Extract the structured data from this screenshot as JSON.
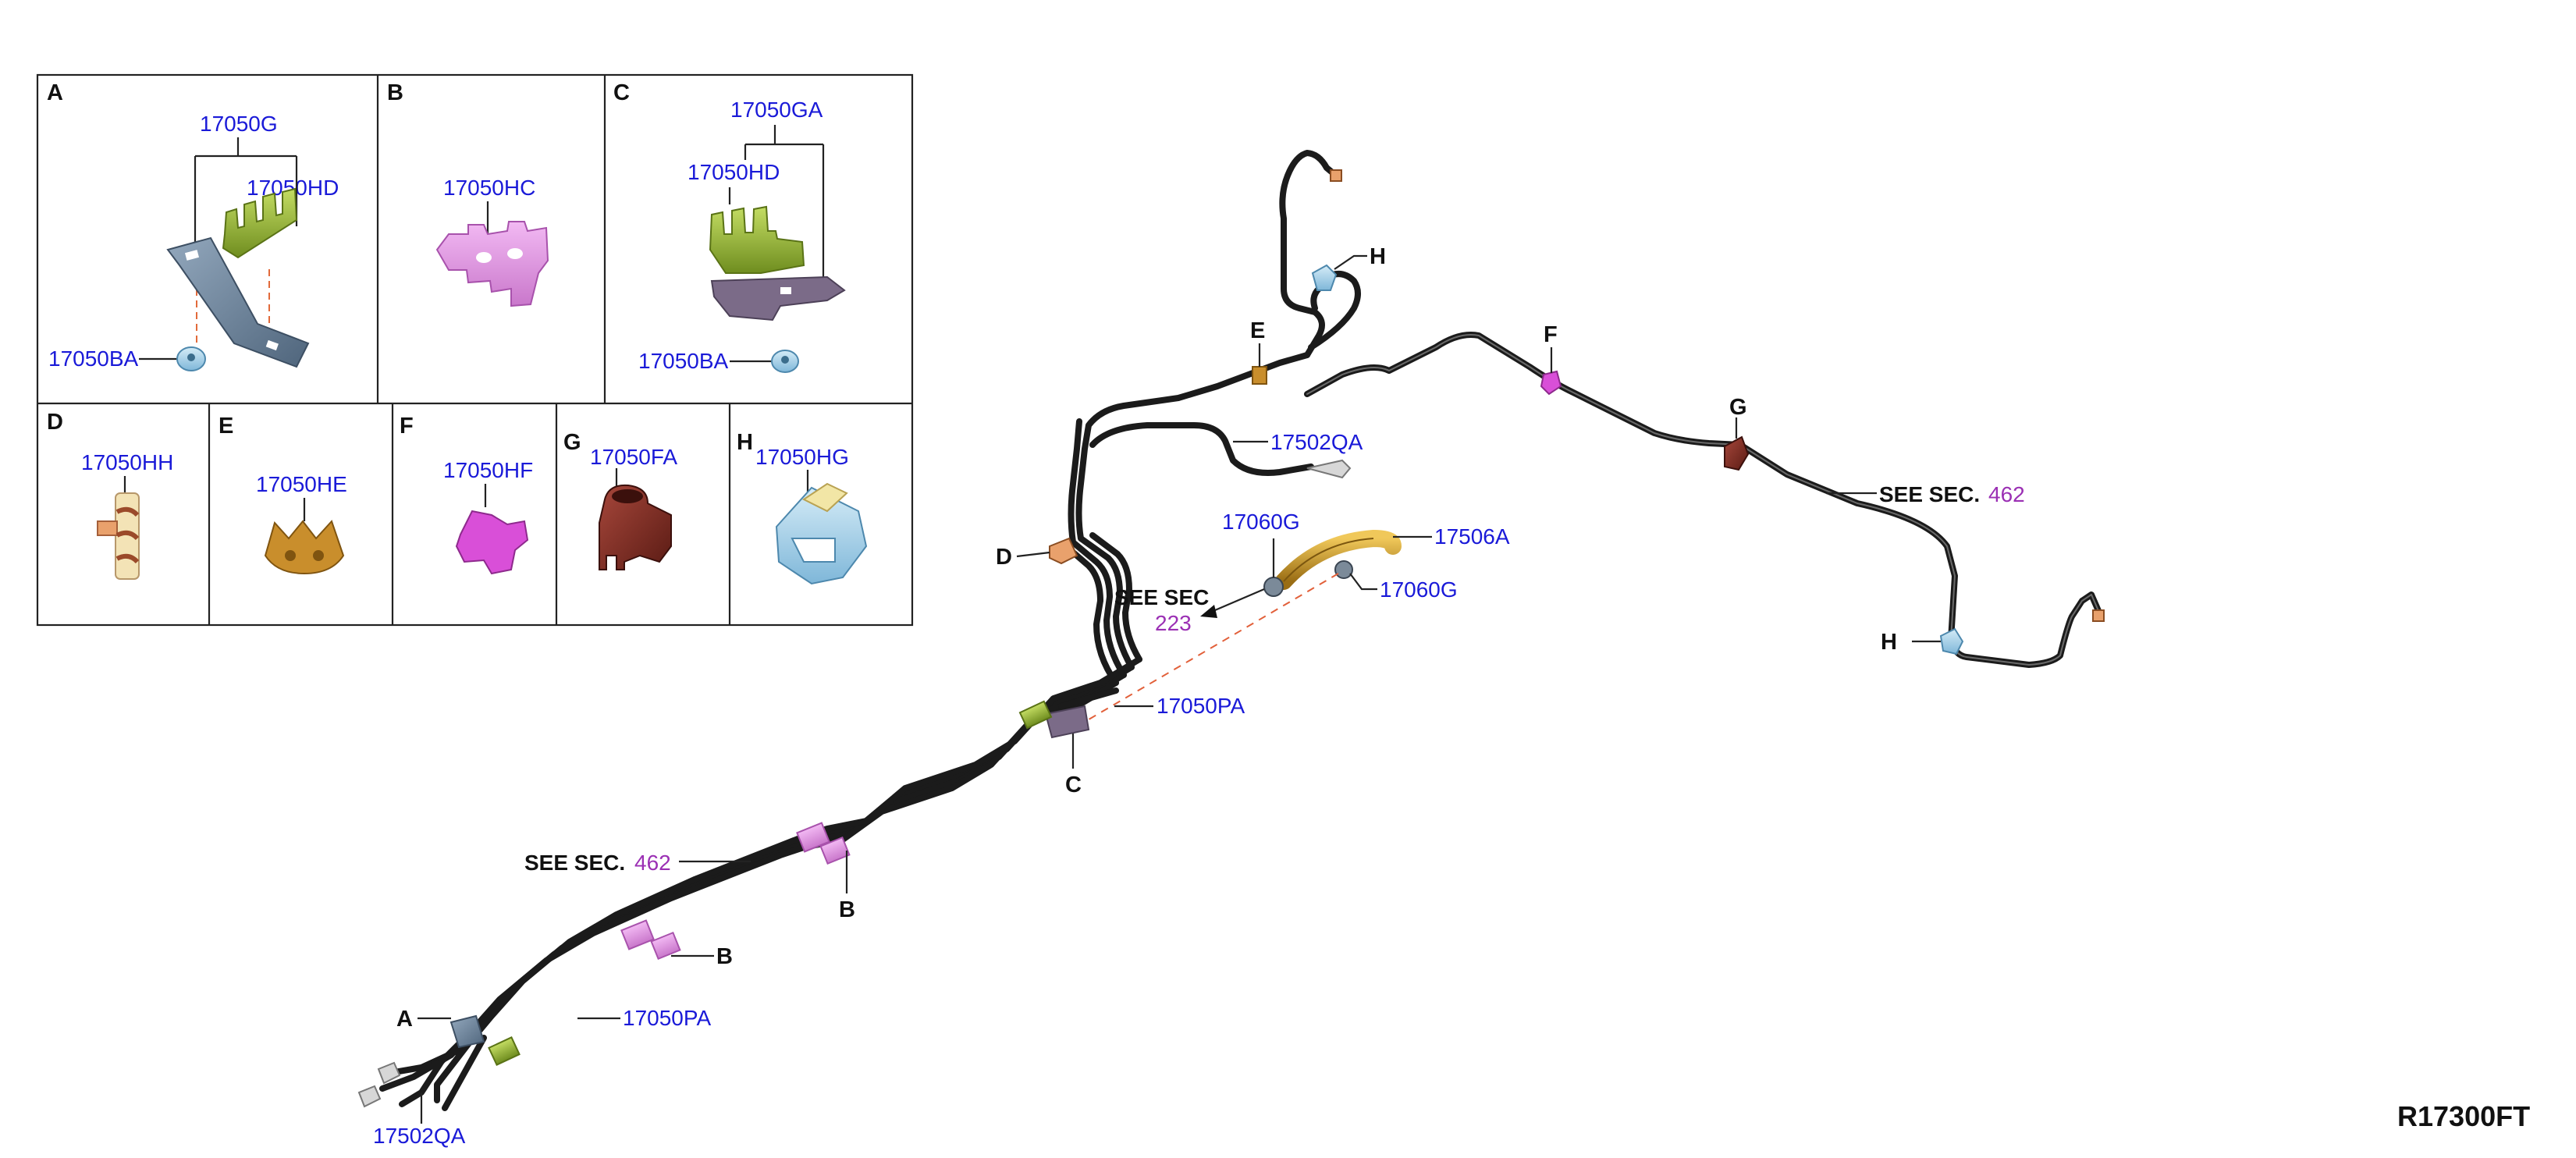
{
  "diagram_code": "R17300FT",
  "inset_panels": [
    {
      "letter": "A",
      "labels": [
        "17050G",
        "17050HD",
        "17050BA"
      ]
    },
    {
      "letter": "B",
      "labels": [
        "17050HC"
      ]
    },
    {
      "letter": "C",
      "labels": [
        "17050GA",
        "17050HD",
        "17050BA"
      ]
    },
    {
      "letter": "D",
      "labels": [
        "17050HH"
      ]
    },
    {
      "letter": "E",
      "labels": [
        "17050HE"
      ]
    },
    {
      "letter": "F",
      "labels": [
        "17050HF"
      ]
    },
    {
      "letter": "G",
      "labels": [
        "17050FA"
      ]
    },
    {
      "letter": "H",
      "labels": [
        "17050HG"
      ]
    }
  ],
  "main_labels": {
    "part_17502QA_top": "17502QA",
    "part_17506A": "17506A",
    "part_17060G_a": "17060G",
    "part_17060G_b": "17060G",
    "part_17050PA_mid": "17050PA",
    "part_17050PA_low": "17050PA",
    "part_17502QA_bottom": "17502QA",
    "see_sec_word_a": "SEE SEC.",
    "see_sec_num_a": "462",
    "see_sec_word_b": "SEE SEC.",
    "see_sec_num_b": "462",
    "see_sec_word_c": "SEE SEC",
    "see_sec_num_c": "223"
  },
  "callout_letters": {
    "h_top": "H",
    "e": "E",
    "f": "F",
    "g": "G",
    "h_right": "H",
    "d": "D",
    "c": "C",
    "b_upper": "B",
    "b_lower": "B",
    "a": "A"
  },
  "colors": {
    "part_number": "#1a1ad8",
    "section_number": "#9b30b4",
    "tube": "#1b1b1b",
    "clip_green": "#9cbd3a",
    "clip_pink": "#e28ee6",
    "clip_magenta": "#d94fd8",
    "clip_brown": "#7a2b22",
    "clip_blue": "#a9d3ea",
    "clip_orange": "#e9a16c",
    "bracket_gray": "#6d85a0",
    "hose_yellow": "#c89a2a"
  }
}
